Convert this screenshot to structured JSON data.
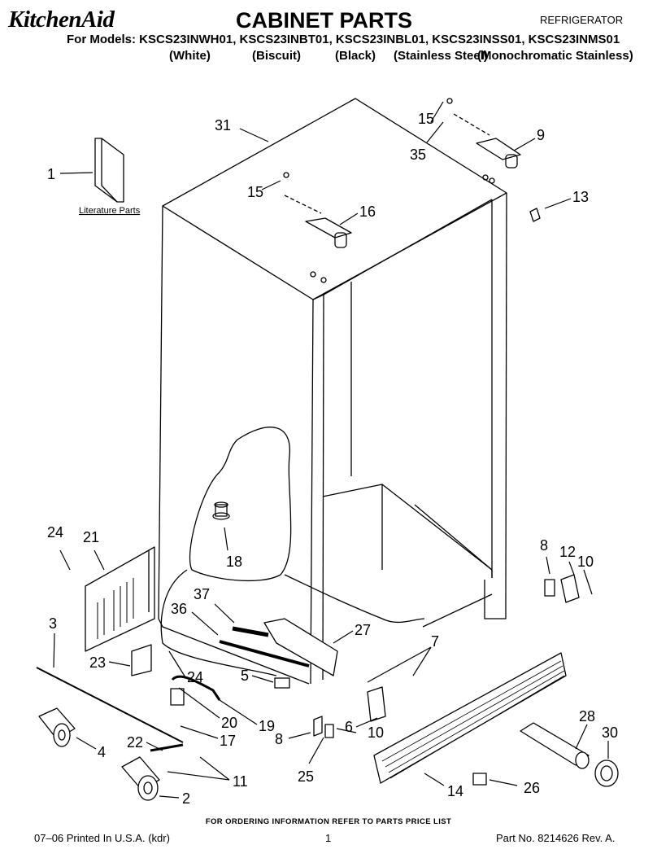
{
  "header": {
    "brand": "KitchenAid",
    "title": "CABINET PARTS",
    "category": "REFRIGERATOR",
    "models_line": "For Models: KSCS23INWH01, KSCS23INBT01, KSCS23INBL01, KSCS23INSS01, KSCS23INMS01",
    "colors": [
      "(White)",
      "(Biscuit)",
      "(Black)",
      "(Stainless Steel)",
      "(Monochromatic Stainless)"
    ]
  },
  "diagram": {
    "literature_label": "Literature Parts",
    "callouts": [
      "31",
      "15",
      "35",
      "9",
      "1",
      "15",
      "16",
      "13",
      "18",
      "24",
      "21",
      "8",
      "12",
      "10",
      "36",
      "37",
      "27",
      "7",
      "3",
      "23",
      "24",
      "5",
      "20",
      "19",
      "17",
      "6",
      "10",
      "8",
      "22",
      "4",
      "28",
      "30",
      "11",
      "2",
      "25",
      "14",
      "26"
    ]
  },
  "footer": {
    "ordering_note": "FOR ORDERING INFORMATION REFER TO PARTS PRICE LIST",
    "printed": "07–06 Printed In U.S.A. (kdr)",
    "page_number": "1",
    "part_number": "Part No. 8214626 Rev. A."
  }
}
